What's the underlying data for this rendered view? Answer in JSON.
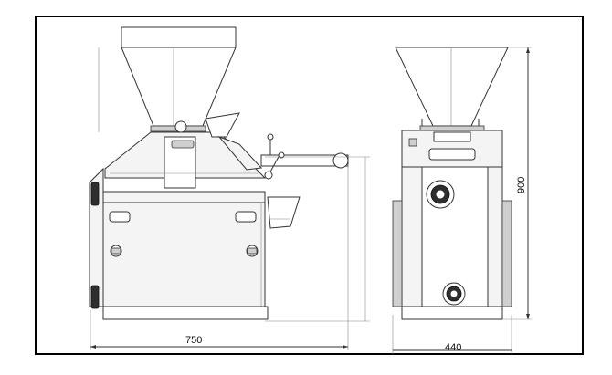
{
  "dimensions": {
    "width_label": "750",
    "depth_label": "440",
    "height_label": "900"
  },
  "colors": {
    "frame": "#000000",
    "line": "#333333",
    "dark_part": "#2e2e2e"
  }
}
